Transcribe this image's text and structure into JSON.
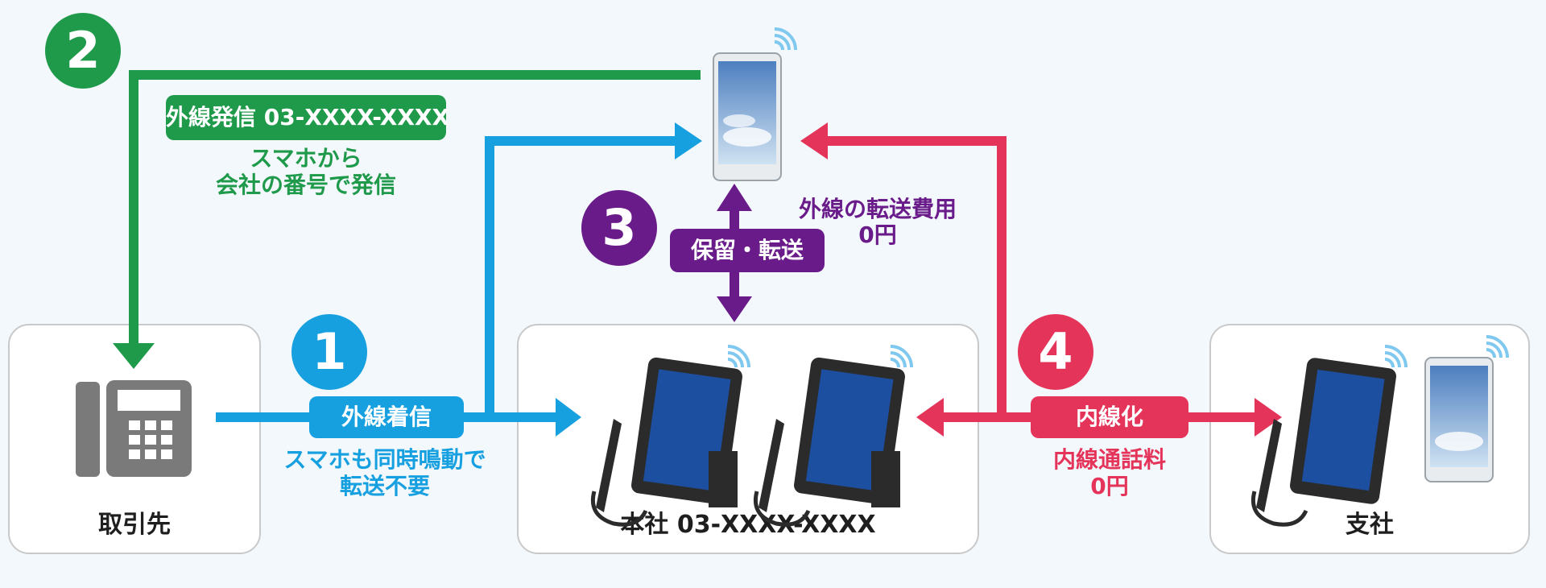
{
  "colors": {
    "green": "#1f9a4a",
    "blue": "#17a0e0",
    "purple": "#6a1b8a",
    "red": "#e5345a",
    "gray_phone": "#7a7a7a"
  },
  "nodes": {
    "client_label": "取引先",
    "hq_label": "本社 03-XXXX-XXXX",
    "branch_label": "支社"
  },
  "steps": {
    "s1": {
      "number": "1",
      "pill": "外線着信",
      "caption_line1": "スマホも同時鳴動で",
      "caption_line2": "転送不要"
    },
    "s2": {
      "number": "2",
      "pill": "外線発信 03-XXXX-XXXX",
      "caption_line1": "スマホから",
      "caption_line2": "会社の番号で発信"
    },
    "s3": {
      "number": "3",
      "pill": "保留・転送",
      "caption_line1": "外線の転送費用",
      "caption_line2": "0円"
    },
    "s4": {
      "number": "4",
      "pill": "内線化",
      "caption_line1": "内線通話料",
      "caption_line2": "0円"
    }
  },
  "icons": {
    "desk_phone": "desk-phone-icon",
    "smartphone": "smartphone-icon",
    "ip_phone": "ip-phone-icon",
    "wifi": "wifi-signal-icon",
    "arrow": "arrow-icon"
  }
}
